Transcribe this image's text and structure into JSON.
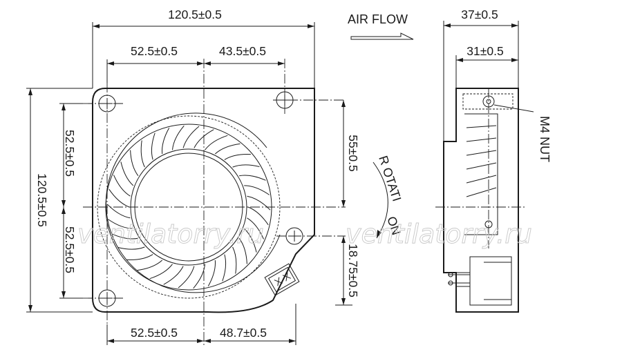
{
  "labels": {
    "air_flow": "AIR FLOW",
    "rotation_word_1": "R OTATI",
    "rotation_word_2": "ON",
    "m4_nut": "M4 NUT",
    "watermark": "ventilatorry.ru"
  },
  "dimensions": {
    "overall_width": "120.5±0.5",
    "top_left_hole_offset": "52.5±0.5",
    "top_right_hole_offset": "43.5±0.5",
    "bottom_left_offset": "52.5±0.5",
    "bottom_right_offset": "48.7±0.5",
    "overall_height": "120.5±0.5",
    "left_upper": "52.5±0.5",
    "left_lower": "52.5±0.5",
    "right_upper": "55±0.5",
    "right_lower": "18.75±0.5",
    "side_overall": "37±0.5",
    "side_inner": "31±0.5"
  },
  "colors": {
    "line": "#1a1a1a",
    "watermark": "#c8c8c8"
  }
}
